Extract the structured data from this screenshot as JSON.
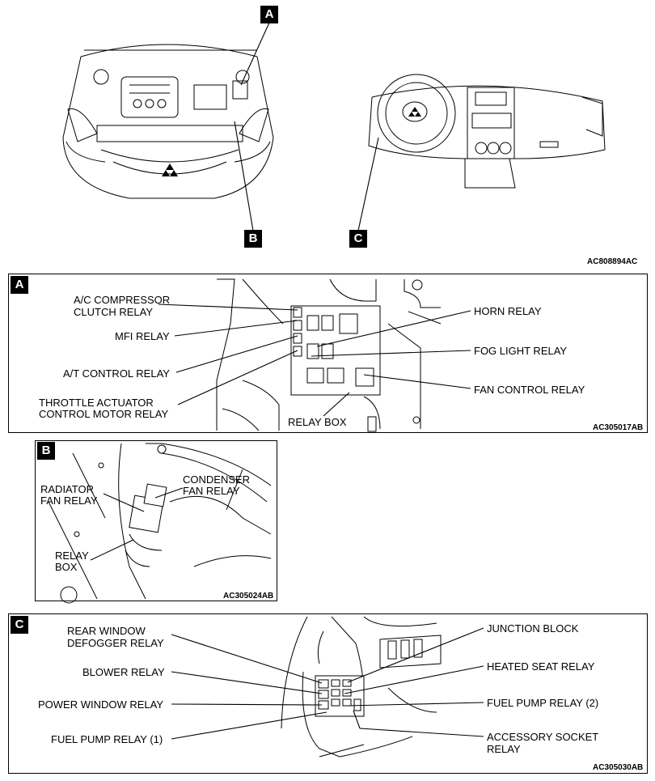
{
  "overview": {
    "badges": {
      "a": "A",
      "b": "B",
      "c": "C"
    },
    "ref": "AC808894AC"
  },
  "panel_a": {
    "badge": "A",
    "ref": "AC305017AB",
    "labels": {
      "ac_compressor_1": "A/C COMPRESSOR",
      "ac_compressor_2": "CLUTCH RELAY",
      "mfi": "MFI RELAY",
      "at_control": "A/T CONTROL RELAY",
      "throttle_1": "THROTTLE ACTUATOR",
      "throttle_2": "CONTROL MOTOR RELAY",
      "horn": "HORN RELAY",
      "fog_light": "FOG LIGHT RELAY",
      "fan_control": "FAN CONTROL RELAY",
      "relay_box": "RELAY BOX"
    }
  },
  "panel_b": {
    "badge": "B",
    "ref": "AC305024AB",
    "labels": {
      "radiator_1": "RADIATOR",
      "radiator_2": "FAN RELAY",
      "condenser_1": "CONDENSER",
      "condenser_2": "FAN RELAY",
      "relay_box_1": "RELAY",
      "relay_box_2": "BOX"
    }
  },
  "panel_c": {
    "badge": "C",
    "ref": "AC305030AB",
    "labels": {
      "rear_window_1": "REAR WINDOW",
      "rear_window_2": "DEFOGGER RELAY",
      "blower": "BLOWER RELAY",
      "power_window": "POWER WINDOW RELAY",
      "fuel_pump_1": "FUEL PUMP RELAY (1)",
      "junction_block": "JUNCTION BLOCK",
      "heated_seat": "HEATED SEAT RELAY",
      "fuel_pump_2": "FUEL PUMP RELAY (2)",
      "accessory_1": "ACCESSORY SOCKET",
      "accessory_2": "RELAY"
    }
  }
}
